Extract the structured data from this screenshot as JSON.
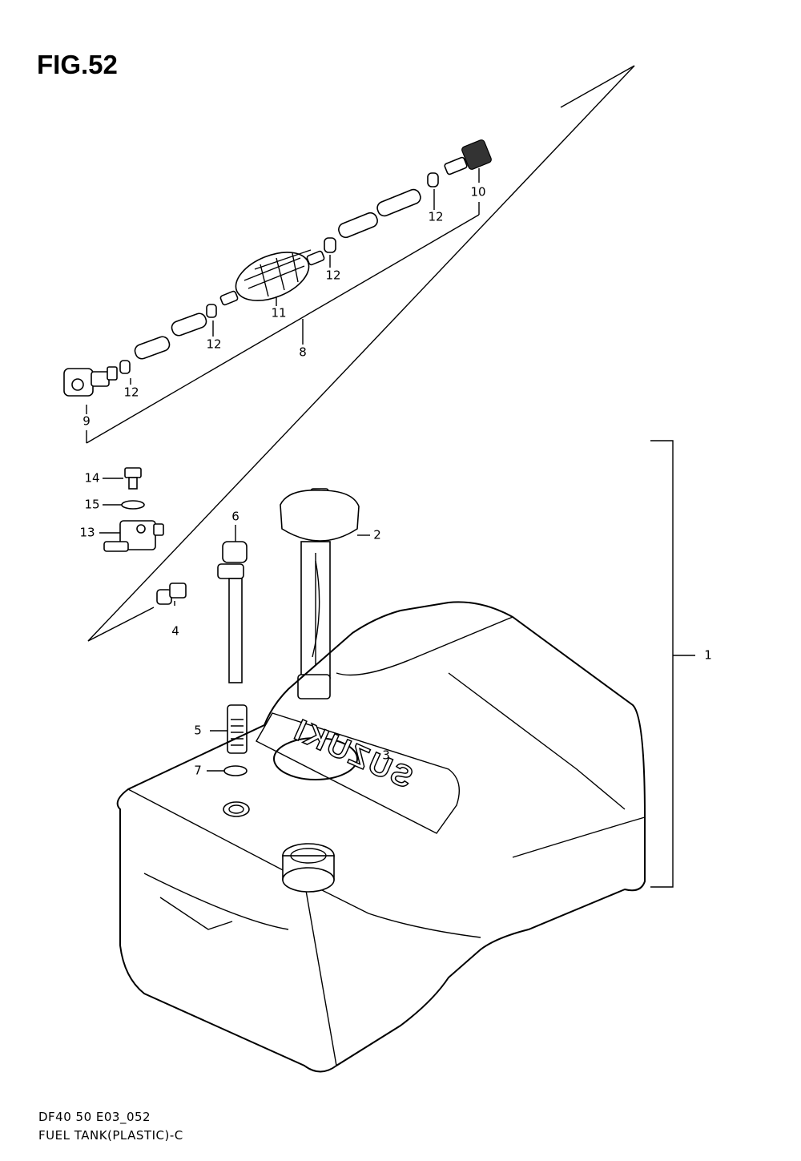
{
  "figure": {
    "title": "FIG.52",
    "model_code": "DF40 50 E03_052",
    "caption": "FUEL TANK(PLASTIC)-C",
    "embossed_logo_text": "SUZUKI"
  },
  "callouts": [
    {
      "id": "c1",
      "label": "1"
    },
    {
      "id": "c2",
      "label": "2"
    },
    {
      "id": "c3",
      "label": "3"
    },
    {
      "id": "c4",
      "label": "4"
    },
    {
      "id": "c5",
      "label": "5"
    },
    {
      "id": "c6",
      "label": "6"
    },
    {
      "id": "c7",
      "label": "7"
    },
    {
      "id": "c8",
      "label": "8"
    },
    {
      "id": "c9",
      "label": "9"
    },
    {
      "id": "c10",
      "label": "10"
    },
    {
      "id": "c11",
      "label": "11"
    },
    {
      "id": "c12a",
      "label": "12"
    },
    {
      "id": "c12b",
      "label": "12"
    },
    {
      "id": "c12c",
      "label": "12"
    },
    {
      "id": "c12d",
      "label": "12"
    },
    {
      "id": "c13",
      "label": "13"
    },
    {
      "id": "c14",
      "label": "14"
    },
    {
      "id": "c15",
      "label": "15"
    }
  ]
}
